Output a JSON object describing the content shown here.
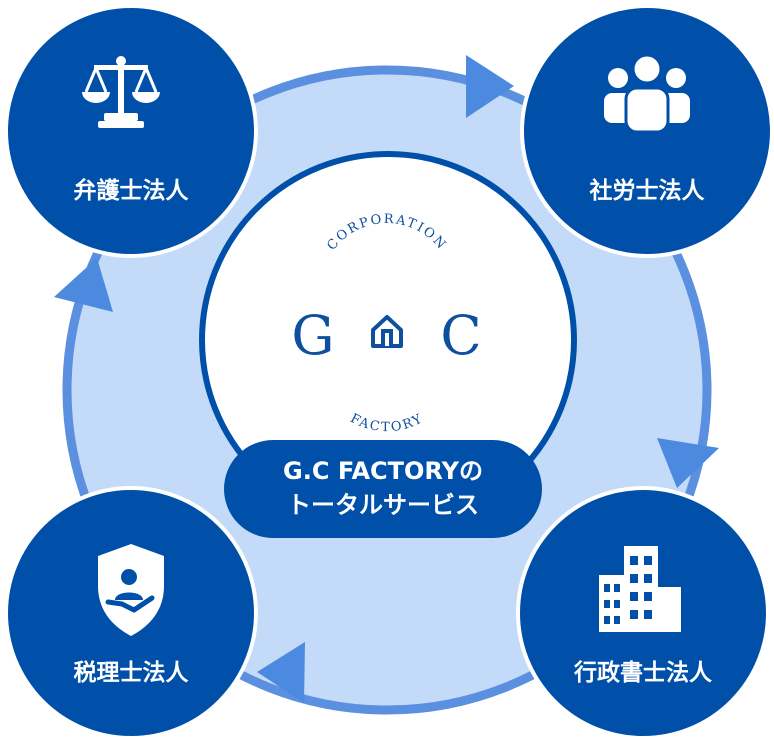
{
  "colors": {
    "primary": "#0050aa",
    "ring_fill": "#c3dbf8",
    "ring_stroke": "#5b8fe0",
    "arrow": "#4c8ae0",
    "logo": "#0e4f9e",
    "white": "#ffffff"
  },
  "logo": {
    "top_arc": "CORPORATION",
    "left_letter": "G",
    "right_letter": "C",
    "bottom_arc": "FACTORY",
    "center_icon": "house-icon"
  },
  "tagline": {
    "line1": "G.C FACTORYの",
    "line2": "トータルサービス"
  },
  "services": [
    {
      "label": "弁護士法人",
      "icon": "scales-icon"
    },
    {
      "label": "社労士法人",
      "icon": "people-icon"
    },
    {
      "label": "行政書士法人",
      "icon": "buildings-icon"
    },
    {
      "label": "税理士法人",
      "icon": "shield-person-icon"
    }
  ]
}
